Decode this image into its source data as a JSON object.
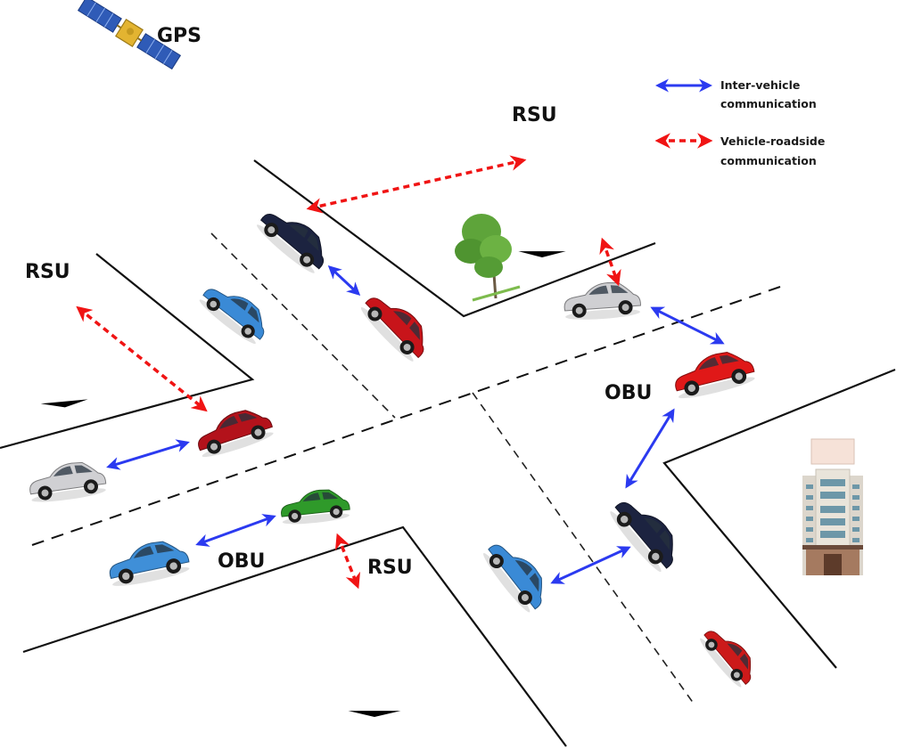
{
  "legend": {
    "items": [
      {
        "line1": "Inter-vehicle",
        "line2": "communication",
        "style": "solid",
        "color": "#2b3af0"
      },
      {
        "line1": "Vehicle-roadside",
        "line2": "communication",
        "style": "dashed",
        "color": "#f01414"
      }
    ]
  },
  "labels": {
    "gps": "GPS",
    "rsu_top": "RSU",
    "rsu_left": "RSU",
    "rsu_bottom": "RSU",
    "obu_right": "OBU",
    "obu_left": "OBU"
  },
  "colors": {
    "inter_vehicle": "#2b3af0",
    "vehicle_roadside": "#f01414",
    "road_lines": "#111111"
  },
  "entities": {
    "satellite": "gps-satellite",
    "towers": [
      "rsu-tower-top",
      "rsu-tower-left",
      "rsu-tower-bottom"
    ],
    "vehicles": [
      {
        "id": "car-navy-top",
        "color": "#1c2340"
      },
      {
        "id": "car-blue-upper-left",
        "color": "#3a8ad6"
      },
      {
        "id": "car-red-upper",
        "color": "#c8141a"
      },
      {
        "id": "car-silver-right",
        "color": "#cfcfd2"
      },
      {
        "id": "car-red-right-obu",
        "color": "#e01818"
      },
      {
        "id": "car-red-left",
        "color": "#b3121b"
      },
      {
        "id": "car-silver-left",
        "color": "#d0d0d3"
      },
      {
        "id": "car-green",
        "color": "#2f9a2a"
      },
      {
        "id": "car-blue-bottom-left",
        "color": "#3f8fd8"
      },
      {
        "id": "car-blue-lower",
        "color": "#3a8ad6"
      },
      {
        "id": "car-navy-lower",
        "color": "#1c2340"
      },
      {
        "id": "car-red-bottom-right",
        "color": "#cc1a1a"
      }
    ],
    "tree": "tree",
    "building": "building"
  }
}
